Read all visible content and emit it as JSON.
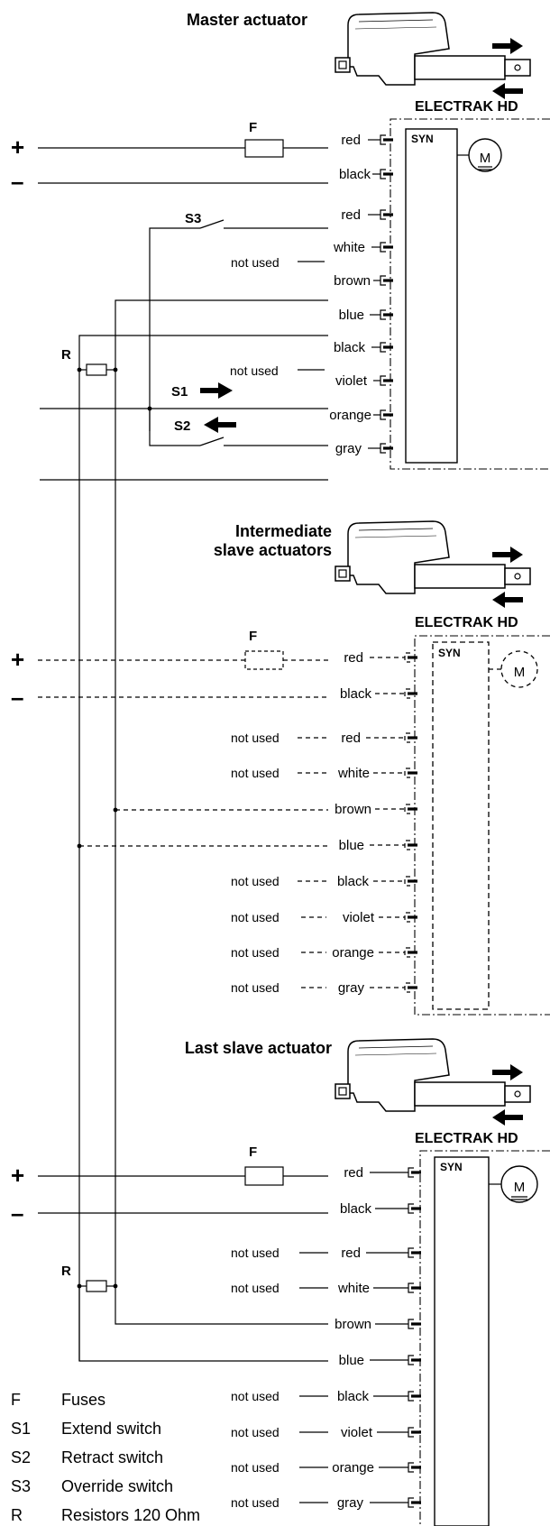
{
  "master": {
    "title": "Master actuator",
    "product": "ELECTRAK HD",
    "syn": "SYN",
    "motor": "M",
    "fuse": "F",
    "plus": "+",
    "minus": "–",
    "s3": "S3",
    "s1": "S1",
    "s2": "S2",
    "r": "R",
    "not_used": "not used",
    "wires": [
      "red",
      "black",
      "red",
      "white",
      "brown",
      "blue",
      "black",
      "violet",
      "orange",
      "gray"
    ]
  },
  "intermediate": {
    "title_line1": "Intermediate",
    "title_line2": "slave actuators",
    "product": "ELECTRAK HD",
    "syn": "SYN",
    "motor": "M",
    "fuse": "F",
    "plus": "+",
    "minus": "–",
    "not_used": "not used",
    "wires": [
      "red",
      "black",
      "red",
      "white",
      "brown",
      "blue",
      "black",
      "violet",
      "orange",
      "gray"
    ]
  },
  "last": {
    "title": "Last slave actuator",
    "product": "ELECTRAK HD",
    "syn": "SYN",
    "motor": "M",
    "fuse": "F",
    "plus": "+",
    "minus": "–",
    "r": "R",
    "not_used": "not used",
    "wires": [
      "red",
      "black",
      "red",
      "white",
      "brown",
      "blue",
      "black",
      "violet",
      "orange",
      "gray"
    ]
  },
  "legend": [
    {
      "code": "F",
      "text": "Fuses"
    },
    {
      "code": "S1",
      "text": "Extend switch"
    },
    {
      "code": "S2",
      "text": "Retract switch"
    },
    {
      "code": "S3",
      "text": "Override switch"
    },
    {
      "code": "R",
      "text": "Resistors 120 Ohm"
    }
  ]
}
